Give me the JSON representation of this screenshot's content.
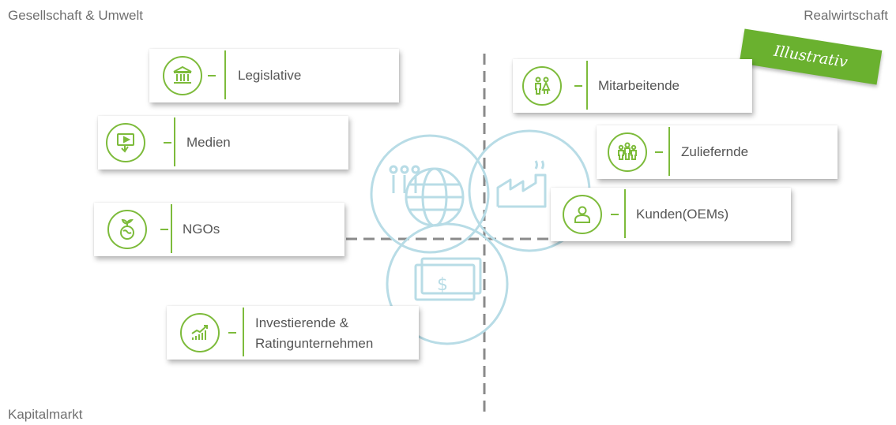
{
  "corners": {
    "top_left": "Gesellschaft & Umwelt",
    "top_right": "Realwirtschaft",
    "bottom_left": "Kapitalmarkt"
  },
  "badge": "Illustrativ",
  "stakeholders": [
    {
      "label": "Legislative",
      "icon": "government-building-icon"
    },
    {
      "label": "Medien",
      "icon": "media-screen-icon"
    },
    {
      "label": "NGOs",
      "icon": "earth-plant-icon"
    },
    {
      "label_line1": "Investierende &",
      "label_line2": "Ratingunternehmen",
      "icon": "growth-chart-icon"
    },
    {
      "label": "Mitarbeitende",
      "icon": "people-icon"
    },
    {
      "label": "Zuliefernde",
      "icon": "people-group-icon"
    },
    {
      "label": "Kunden(OEMs)",
      "icon": "customer-icon"
    }
  ],
  "background_circles": [
    "society-globe-icon",
    "factory-icon",
    "money-icon"
  ],
  "colors": {
    "accent": "#7dbb3b",
    "badge": "#6ab12f",
    "circle": "#b8dce6",
    "divider": "#8a8a8a",
    "text": "#555555"
  }
}
